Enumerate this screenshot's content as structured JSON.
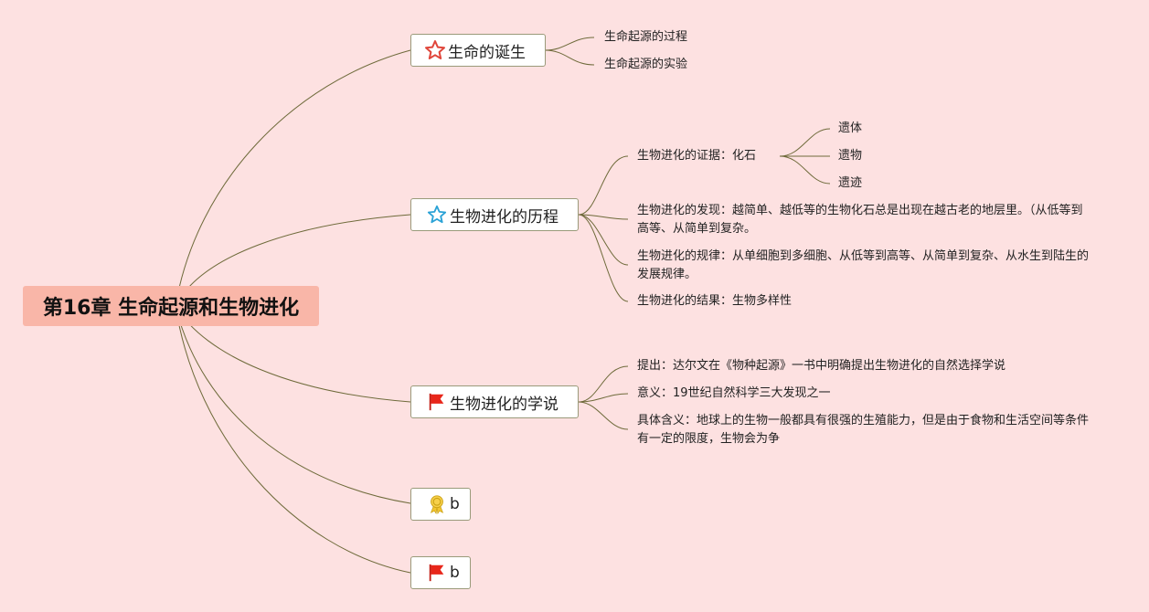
{
  "root": {
    "label": "第16章 生命起源和生物进化"
  },
  "branches": [
    {
      "label": "生命的诞生",
      "icon": "red-star-icon"
    },
    {
      "label": "生物进化的历程",
      "icon": "blue-star-icon"
    },
    {
      "label": "生物进化的学说",
      "icon": "red-flag-icon"
    },
    {
      "label": "b",
      "icon": "medal-icon"
    },
    {
      "label": "b",
      "icon": "red-flag-icon"
    }
  ],
  "birth_children": [
    "生命起源的过程",
    "生命起源的实验"
  ],
  "history_children": {
    "evidence": "生物进化的证据：化石",
    "evidence_children": [
      "遗体",
      "遗物",
      "遗迹"
    ],
    "discovery": "生物进化的发现：越简单、越低等的生物化石总是出现在越古老的地层里。（从低等到高等、从简单到复杂。",
    "rule": "生物进化的规律：从单细胞到多细胞、从低等到高等、从简单到复杂、从水生到陆生的发展规律。",
    "result": "生物进化的结果：生物多样性"
  },
  "theory_children": [
    "提出：达尔文在《物种起源》一书中明确提出生物进化的自然选择学说",
    "意义：19世纪自然科学三大发现之一",
    "具体含义：地球上的生物一般都具有很强的生殖能力，但是由于食物和生活空间等条件有一定的限度，生物会为争"
  ],
  "colors": {
    "background": "#fde1e1",
    "root_fill": "#f9b6a8",
    "line": "#6e6a3a"
  }
}
